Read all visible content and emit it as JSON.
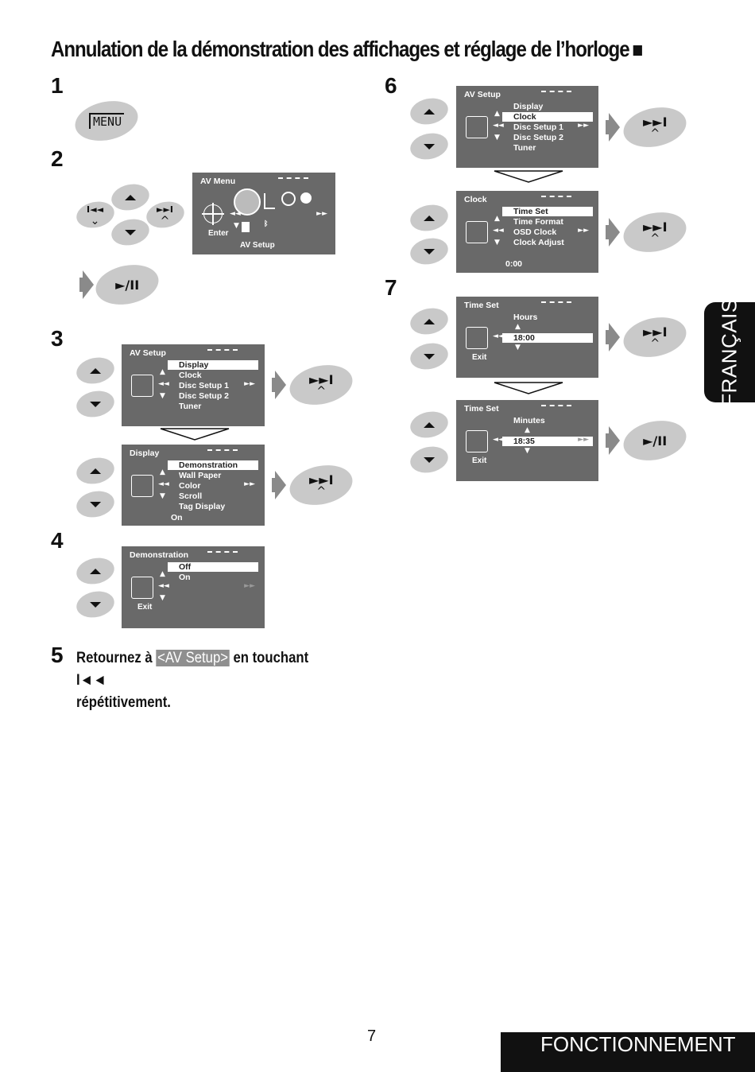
{
  "title": "Annulation de la démonstration des affichages et réglage de l’horloge",
  "steps": {
    "s1": "1",
    "s2": "2",
    "s3": "3",
    "s4": "4",
    "s5": "5",
    "s6": "6",
    "s7": "7"
  },
  "buttons": {
    "menu": "MENU",
    "play_pause": "►/II",
    "next": "►►I",
    "prev": "I◄◄"
  },
  "av_menu": {
    "header": "AV Menu",
    "enter": "Enter",
    "label": "AV Setup"
  },
  "av_setup": {
    "header": "AV Setup",
    "items": [
      "Display",
      "Clock",
      "Disc Setup 1",
      "Disc Setup 2",
      "Tuner"
    ]
  },
  "display": {
    "header": "Display",
    "items": [
      "Demonstration",
      "Wall Paper",
      "Color",
      "Scroll",
      "Tag Display"
    ],
    "value": "On"
  },
  "demonstration": {
    "header": "Demonstration",
    "items": [
      "Off",
      "On"
    ],
    "exit": "Exit"
  },
  "clock": {
    "header": "Clock",
    "items": [
      "Time Set",
      "Time Format",
      "OSD Clock",
      "Clock Adjust"
    ],
    "value": "0:00"
  },
  "timeset_hours": {
    "header": "Time Set",
    "label": "Hours",
    "value": "18:00",
    "exit": "Exit"
  },
  "timeset_minutes": {
    "header": "Time Set",
    "label": "Minutes",
    "value": "18:35",
    "exit": "Exit"
  },
  "step5": {
    "before": "Retournez à ",
    "highlight": "<AV Setup>",
    "after": " en touchant I◄◄",
    "line2": "répétitivement."
  },
  "side_tab": "FRANÇAIS",
  "footer": "FONCTIONNEMENT",
  "page_number": "7"
}
